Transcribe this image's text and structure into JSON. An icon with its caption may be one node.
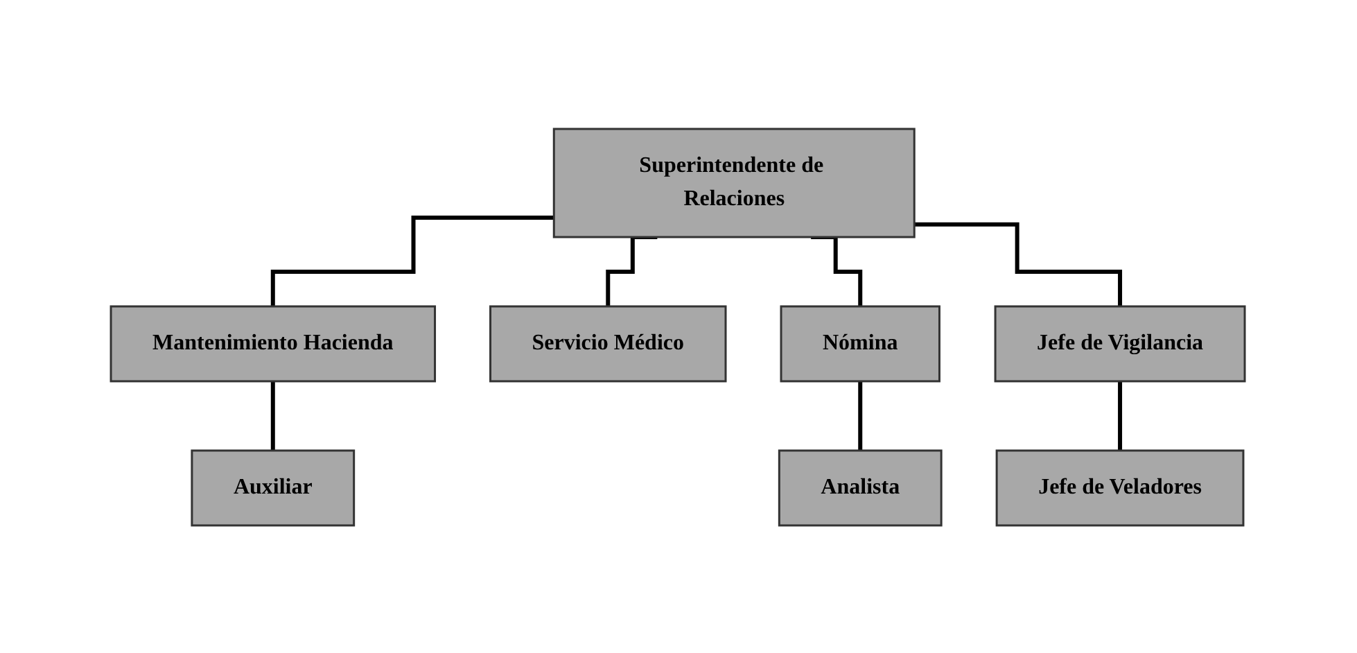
{
  "diagram": {
    "nodes": [
      {
        "text": [
          "Superintendente de Relaciones"
        ]
      },
      {
        "text": [
          "Mantenimiento Hacienda"
        ]
      },
      {
        "text": [
          "Servicio Médico"
        ]
      },
      {
        "text": [
          "Nómina"
        ]
      },
      {
        "text": [
          "Jefe de Vigilancia"
        ]
      },
      {
        "text": [
          "Auxiliar"
        ]
      },
      {
        "text": [
          "Analista"
        ]
      },
      {
        "text": [
          "Jefe de Veladores"
        ]
      }
    ],
    "edges": [
      {
        "from": 0,
        "to": 1,
        "arrow": "none"
      },
      {
        "from": 0,
        "to": 2,
        "arrow": "none"
      },
      {
        "from": 0,
        "to": 3,
        "arrow": "none"
      },
      {
        "from": 0,
        "to": 4,
        "arrow": "none"
      },
      {
        "from": 1,
        "to": 5,
        "arrow": "none"
      },
      {
        "from": 3,
        "to": 6,
        "arrow": "none"
      },
      {
        "from": 4,
        "to": 7,
        "arrow": "none"
      }
    ]
  }
}
